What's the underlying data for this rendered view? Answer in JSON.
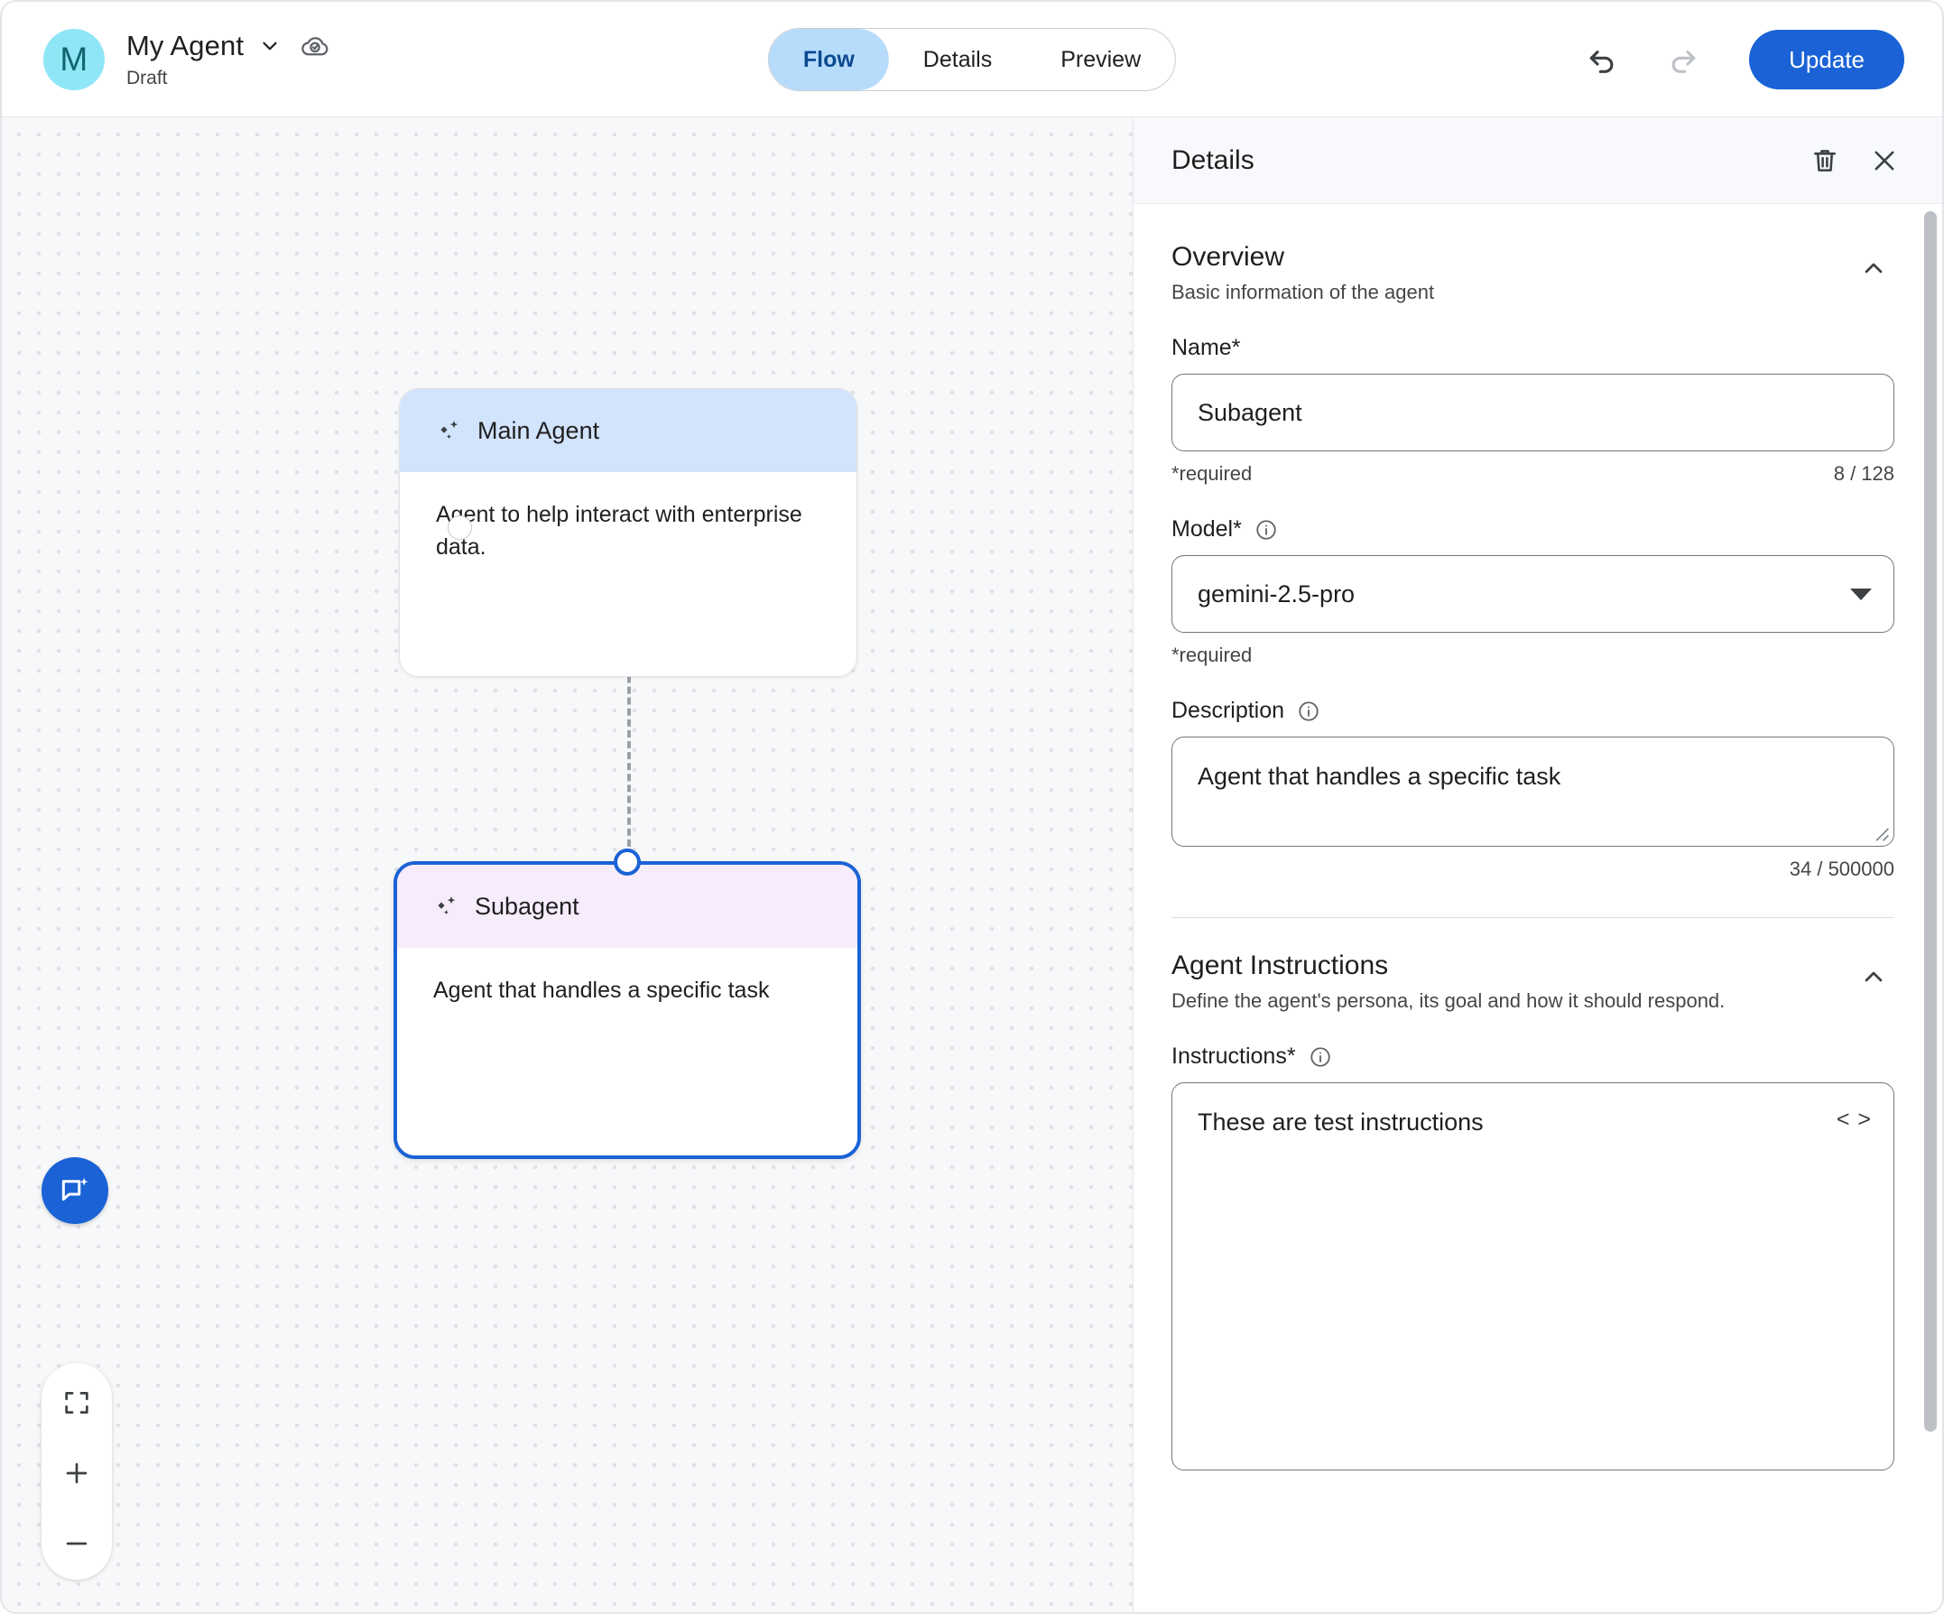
{
  "header": {
    "avatar_initial": "M",
    "title": "My Agent",
    "subtitle": "Draft",
    "title_chevron_icon": "chevron-down-icon",
    "save_status_icon": "cloud-check-icon",
    "tabs": [
      {
        "label": "Flow",
        "active": true
      },
      {
        "label": "Details",
        "active": false
      },
      {
        "label": "Preview",
        "active": false
      }
    ],
    "undo_icon": "undo-icon",
    "redo_icon": "redo-icon",
    "update_label": "Update"
  },
  "canvas": {
    "nodes": [
      {
        "title": "Main Agent",
        "description": "Agent to help interact with enterprise data.",
        "icon": "sparkle-icon",
        "selected": false
      },
      {
        "title": "Subagent",
        "description": "Agent that handles a specific task",
        "icon": "sparkle-icon",
        "selected": true
      }
    ],
    "controls": {
      "assistant_icon": "chat-sparkle-icon",
      "fit_icon": "fit-screen-icon",
      "zoom_in_icon": "plus-icon",
      "zoom_out_icon": "minus-icon"
    }
  },
  "panel": {
    "title": "Details",
    "delete_icon": "trash-icon",
    "close_icon": "close-icon",
    "overview": {
      "title": "Overview",
      "subtitle": "Basic information of the agent",
      "collapse_icon": "chevron-up-icon",
      "name": {
        "label": "Name*",
        "value": "Subagent",
        "placeholder": "Name",
        "required_text": "*required",
        "counter": "8 / 128"
      },
      "model": {
        "label": "Model*",
        "info_icon": "info-icon",
        "value": "gemini-2.5-pro",
        "dropdown_icon": "caret-down-icon",
        "required_text": "*required"
      },
      "description": {
        "label": "Description",
        "info_icon": "info-icon",
        "value": "Agent that handles a specific task",
        "placeholder": "Description",
        "counter": "34 / 500000"
      }
    },
    "instructions_section": {
      "title": "Agent Instructions",
      "subtitle": "Define the agent's persona, its goal and how it should respond.",
      "collapse_icon": "chevron-up-icon",
      "instructions": {
        "label": "Instructions*",
        "info_icon": "info-icon",
        "value": "These are test instructions",
        "placeholder": "Instructions",
        "code_icon": "code-brackets-icon"
      }
    }
  },
  "colors": {
    "accent_blue": "#1a62d6",
    "tab_active_bg": "#b7dcfb",
    "node_main_header": "#d2e3fc",
    "node_sub_header": "#f6ecfc",
    "avatar_bg": "#8fe6f7",
    "canvas_bg": "#f7f8f9"
  }
}
